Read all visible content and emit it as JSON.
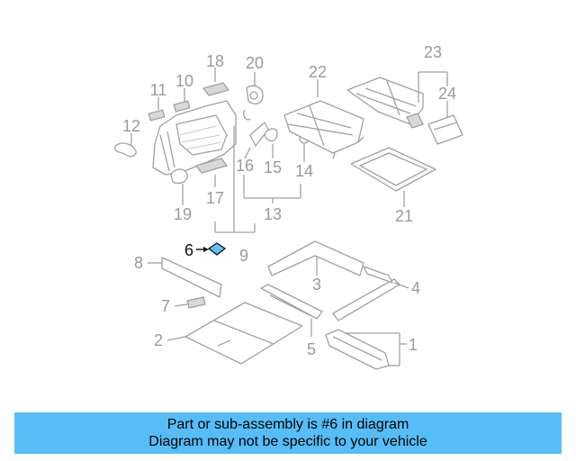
{
  "highlight_color": "#5bc4f5",
  "caption_color": "#56bdf6",
  "callouts": [
    "1",
    "2",
    "3",
    "4",
    "5",
    "6",
    "7",
    "8",
    "9",
    "10",
    "11",
    "12",
    "13",
    "14",
    "15",
    "16",
    "17",
    "18",
    "19",
    "20",
    "21",
    "22",
    "23",
    "24"
  ],
  "highlighted_part": "6",
  "caption": {
    "line1": "Part or sub-assembly is #6 in diagram",
    "line2": "Diagram may not be specific to your vehicle"
  }
}
